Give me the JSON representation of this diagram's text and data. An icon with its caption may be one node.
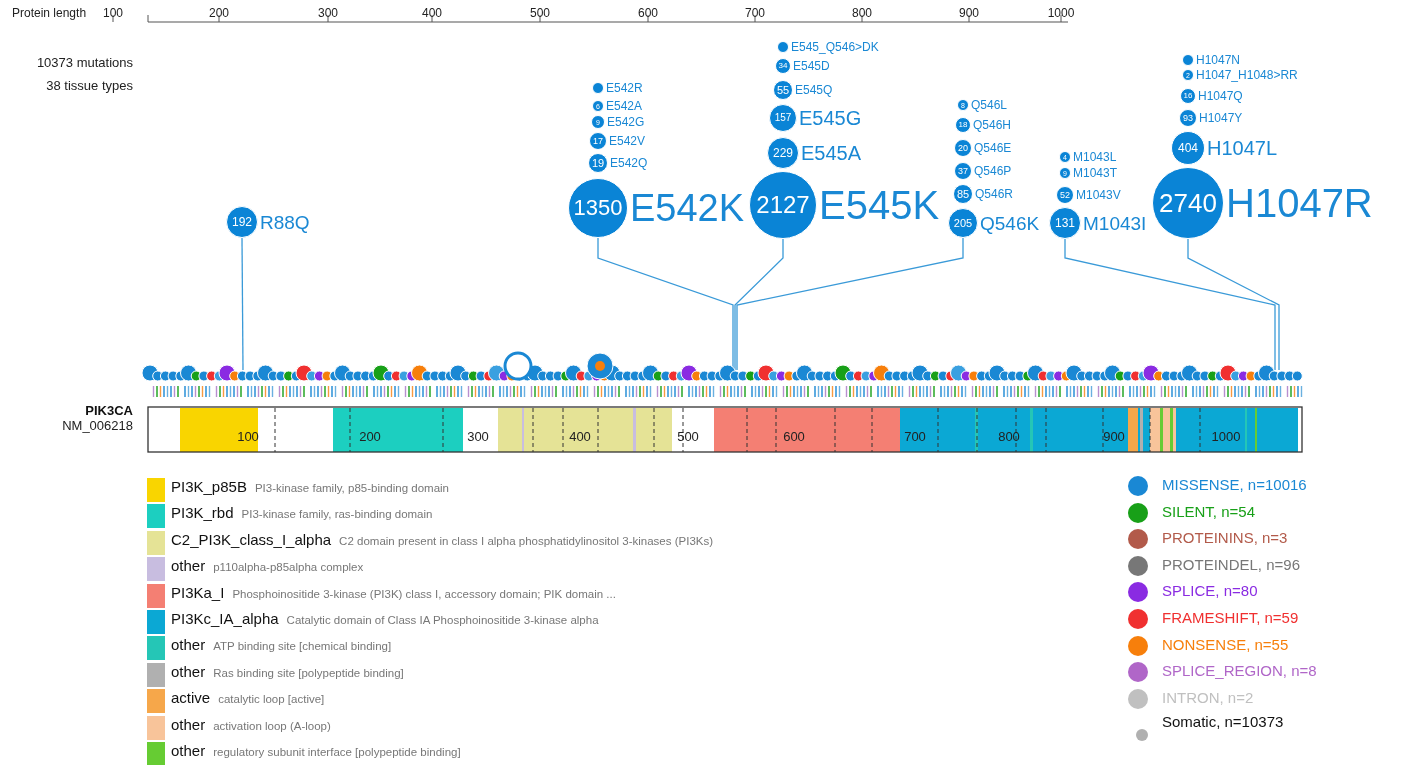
{
  "diagram": {
    "nodes": [
      {
        "text": [
          "192"
        ],
        "beside": [
          "R88Q"
        ]
      },
      {
        "text": [],
        "shape": "circle",
        "beside": [
          "E542R"
        ]
      },
      {
        "text": [
          "6"
        ],
        "beside": [
          "E542A"
        ]
      },
      {
        "text": [
          "9"
        ],
        "beside": [
          "E542G"
        ]
      },
      {
        "text": [
          "17"
        ],
        "beside": [
          "E542V"
        ]
      },
      {
        "text": [
          "19"
        ],
        "beside": [
          "E542Q"
        ]
      },
      {
        "text": [
          "1350"
        ],
        "beside": [
          "E542K"
        ]
      },
      {
        "text": [],
        "shape": "circle",
        "beside": [
          "E545_Q546>DK"
        ]
      },
      {
        "text": [
          "34"
        ],
        "beside": [
          "E545D"
        ]
      },
      {
        "text": [
          "55"
        ],
        "beside": [
          "E545Q"
        ]
      },
      {
        "text": [
          "157"
        ],
        "beside": [
          "E545G"
        ]
      },
      {
        "text": [
          "229"
        ],
        "beside": [
          "E545A"
        ]
      },
      {
        "text": [
          "2127"
        ],
        "beside": [
          "E545K"
        ]
      },
      {
        "text": [
          "8"
        ],
        "beside": [
          "Q546L"
        ]
      },
      {
        "text": [
          "18"
        ],
        "beside": [
          "Q546H"
        ]
      },
      {
        "text": [
          "20"
        ],
        "beside": [
          "Q546E"
        ]
      },
      {
        "text": [
          "37"
        ],
        "beside": [
          "Q546P"
        ]
      },
      {
        "text": [
          "85"
        ],
        "beside": [
          "Q546R"
        ]
      },
      {
        "text": [
          "205"
        ],
        "beside": [
          "Q546K"
        ]
      },
      {
        "text": [
          "4"
        ],
        "beside": [
          "M1043L"
        ]
      },
      {
        "text": [
          "9"
        ],
        "beside": [
          "M1043T"
        ]
      },
      {
        "text": [
          "52"
        ],
        "beside": [
          "M1043V"
        ]
      },
      {
        "text": [
          "131"
        ],
        "beside": [
          "M1043I"
        ]
      },
      {
        "text": [],
        "shape": "circle",
        "beside": [
          "H1047N"
        ]
      },
      {
        "text": [
          "2"
        ],
        "beside": [
          "H1047_H1048>RR"
        ]
      },
      {
        "text": [
          "16"
        ],
        "beside": [
          "H1047Q"
        ]
      },
      {
        "text": [
          "93"
        ],
        "beside": [
          "H1047Y"
        ]
      },
      {
        "text": [
          "404"
        ],
        "beside": [
          "H1047L"
        ]
      },
      {
        "text": [
          "2740"
        ],
        "beside": [
          "H1047R"
        ]
      }
    ],
    "edges": [
      {
        "from": 0,
        "to": null,
        "arrow": "none"
      },
      {
        "from": 6,
        "to": null,
        "arrow": "none"
      },
      {
        "from": 12,
        "to": null,
        "arrow": "none"
      },
      {
        "from": 18,
        "to": null,
        "arrow": "none"
      },
      {
        "from": 22,
        "to": null,
        "arrow": "none"
      },
      {
        "from": 28,
        "to": null,
        "arrow": "none"
      }
    ],
    "labels": [
      "Protein length",
      "100",
      "200",
      "300",
      "400",
      "500",
      "600",
      "700",
      "800",
      "900",
      "1000",
      "10373 mutations",
      "38 tissue types",
      "PIK3CA",
      "NM_006218",
      "100",
      "200",
      "300",
      "400",
      "500",
      "600",
      "700",
      "800",
      "900",
      "1000",
      "PI3-kinase family, p85-binding domain",
      "PI3-kinase family, ras-binding domain",
      "C2 domain present in class I alpha phosphatidylinositol 3-kinases (PI3Ks)",
      "p110alpha-p85alpha complex",
      "Phosphoinositide 3-kinase (PI3K) class I, accessory domain; PIK domain ...",
      "Catalytic domain of Class IA Phosphoinositide 3-kinase alpha",
      "ATP binding site [chemical binding]",
      "Ras binding site [polypeptide binding]",
      "catalytic loop [active]",
      "activation loop (A-loop)",
      "regulatory subunit interface [polypeptide binding]"
    ],
    "legend": [
      {
        "text": "PI3K_p85B",
        "color": "#f9d500"
      },
      {
        "text": "PI3K_rbd",
        "color": "#1ccfc0"
      },
      {
        "text": "C2_PI3K_class_I_alpha",
        "color": "#e5e396"
      },
      {
        "text": "other",
        "color": "#c8bde0"
      },
      {
        "text": "PI3Ka_I",
        "color": "#f47f73"
      },
      {
        "text": "PI3Kc_IA_alpha",
        "color": "#0ba8d4"
      },
      {
        "text": "other",
        "color": "#25c6b6"
      },
      {
        "text": "other",
        "color": "#b0b0b0"
      },
      {
        "text": "active",
        "color": "#f6a74a"
      },
      {
        "text": "other",
        "color": "#f8c49a"
      },
      {
        "text": "other",
        "color": "#66cc33"
      },
      {
        "text": "MISSENSE, n=10016",
        "color": "#1a88d4"
      },
      {
        "text": "SILENT, n=54",
        "color": "#18a018"
      },
      {
        "text": "PROTEININS, n=3",
        "color": "#b25a4a"
      },
      {
        "text": "PROTEINDEL, n=96",
        "color": "#777777"
      },
      {
        "text": "SPLICE, n=80",
        "color": "#8a2be2"
      },
      {
        "text": "FRAMESHIFT, n=59",
        "color": "#f03030"
      },
      {
        "text": "NONSENSE, n=55",
        "color": "#f77f0b"
      },
      {
        "text": "SPLICE_REGION, n=8",
        "color": "#b066c8"
      },
      {
        "text": "INTRON, n=2",
        "color": "#c0c0c0"
      },
      {
        "text": "Somatic, n=10373",
        "color": "#b0b0b0"
      }
    ]
  }
}
